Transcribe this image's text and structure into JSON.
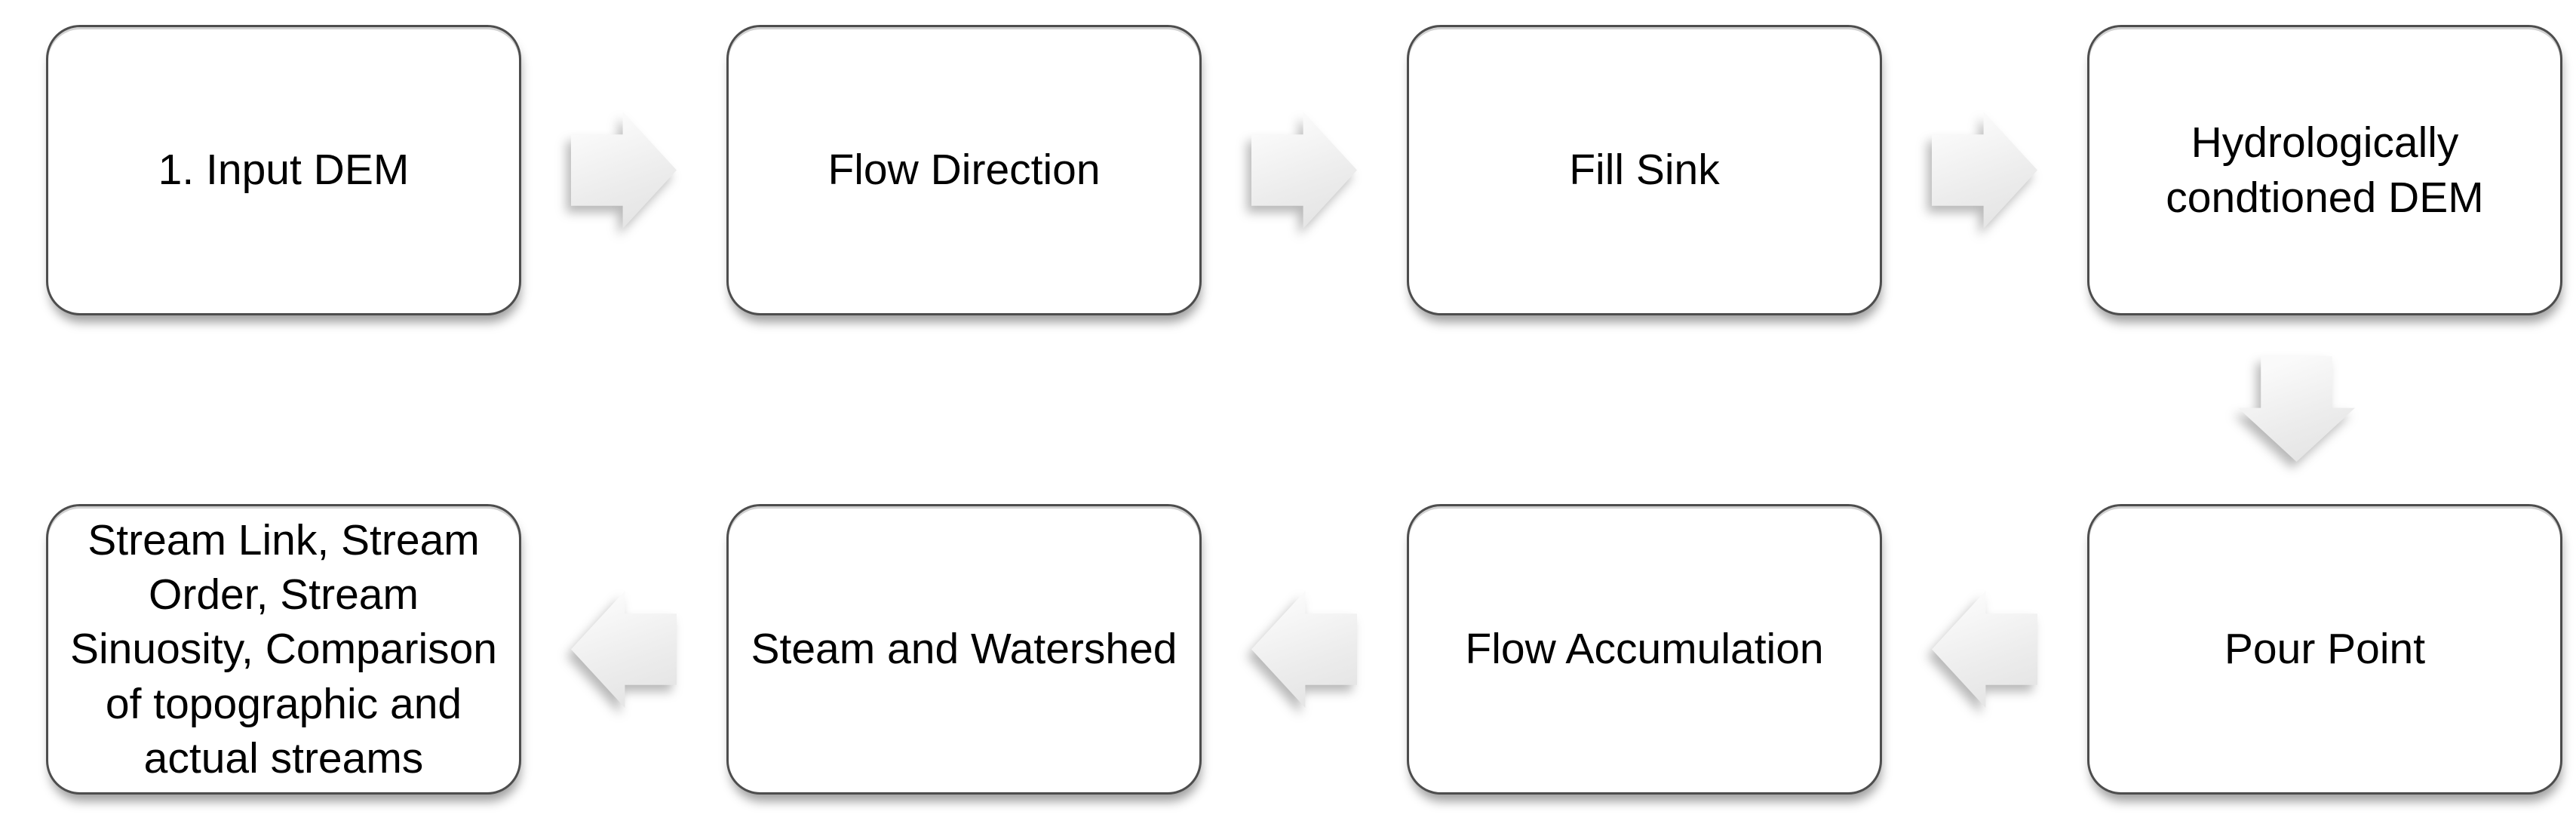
{
  "page": {
    "background": "#ffffff"
  },
  "colors": {
    "box_fill": "#ffffff",
    "box_border": "#4d4d4d",
    "arrow_fill_light": "#fafafa",
    "arrow_fill_dark": "#e2e2e2",
    "text": "#000000"
  },
  "icons": {
    "right_arrow": "block-arrow-right",
    "left_arrow": "block-arrow-left",
    "down_arrow": "block-arrow-down"
  },
  "flowchart": {
    "nodes": [
      {
        "id": "input-dem",
        "row": 1,
        "col": 1,
        "label": "1. Input DEM"
      },
      {
        "id": "flow-direction",
        "row": 1,
        "col": 2,
        "label": "Flow Direction"
      },
      {
        "id": "fill-sink",
        "row": 1,
        "col": 3,
        "label": "Fill Sink"
      },
      {
        "id": "hydro-dem",
        "row": 1,
        "col": 4,
        "label": "Hydrologically\ncondtioned DEM"
      },
      {
        "id": "pour-point",
        "row": 2,
        "col": 4,
        "label": "Pour Point"
      },
      {
        "id": "flow-accumulation",
        "row": 2,
        "col": 3,
        "label": "Flow Accumulation"
      },
      {
        "id": "steam-watershed",
        "row": 2,
        "col": 2,
        "label": "Steam and Watershed"
      },
      {
        "id": "stream-analysis",
        "row": 2,
        "col": 1,
        "label": "Stream Link, Stream\nOrder, Stream\nSinuosity, Comparison\nof topographic and\nactual streams"
      }
    ],
    "edges": [
      {
        "from": "input-dem",
        "to": "flow-direction",
        "direction": "right"
      },
      {
        "from": "flow-direction",
        "to": "fill-sink",
        "direction": "right"
      },
      {
        "from": "fill-sink",
        "to": "hydro-dem",
        "direction": "right"
      },
      {
        "from": "hydro-dem",
        "to": "pour-point",
        "direction": "down"
      },
      {
        "from": "pour-point",
        "to": "flow-accumulation",
        "direction": "left"
      },
      {
        "from": "flow-accumulation",
        "to": "steam-watershed",
        "direction": "left"
      },
      {
        "from": "steam-watershed",
        "to": "stream-analysis",
        "direction": "left"
      }
    ]
  }
}
